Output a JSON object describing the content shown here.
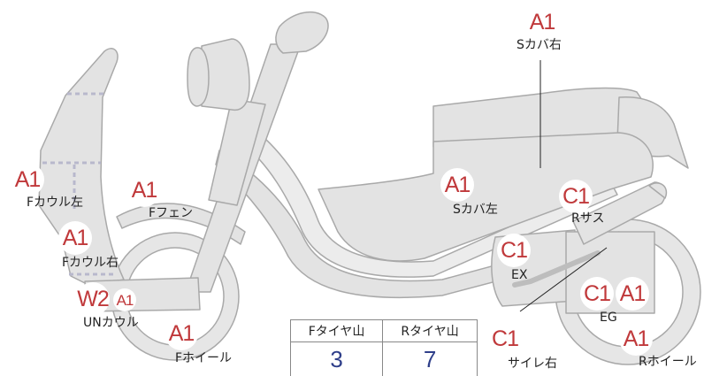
{
  "colors": {
    "body_fill": "#e3e3e3",
    "body_stroke": "#a9a9a9",
    "badge_text": "#c0393b",
    "value_text": "#2f3f8a"
  },
  "markers": [
    {
      "id": "s-cover-right-badge",
      "text": "A1"
    },
    {
      "id": "f-cowl-left-badge",
      "text": "A1"
    },
    {
      "id": "f-fender-badge",
      "text": "A1"
    },
    {
      "id": "s-cover-left-badge",
      "text": "A1"
    },
    {
      "id": "r-suspension-badge",
      "text": "C1"
    },
    {
      "id": "f-cowl-right-badge",
      "text": "A1"
    },
    {
      "id": "ex-badge",
      "text": "C1"
    },
    {
      "id": "un-cowl-w2-badge",
      "text": "W2"
    },
    {
      "id": "un-cowl-a1-badge",
      "text": "A1"
    },
    {
      "id": "eg-c1-badge",
      "text": "C1"
    },
    {
      "id": "eg-a1-badge",
      "text": "A1"
    },
    {
      "id": "f-wheel-badge",
      "text": "A1"
    },
    {
      "id": "side-cover-right-badge",
      "text": "C1"
    },
    {
      "id": "r-wheel-badge",
      "text": "A1"
    }
  ],
  "labels": {
    "s_cover_right": "Sカバ右",
    "f_cowl_left": "Fカウル左",
    "f_fender": "Fフェン",
    "s_cover_left": "Sカバ左",
    "r_suspension": "Rサス",
    "f_cowl_right": "Fカウル右",
    "ex": "EX",
    "un_cowl": "UNカウル",
    "eg": "EG",
    "f_wheel": "Fホイール",
    "side_cover_right": "サイレ右",
    "r_wheel": "Rホイール"
  },
  "tire_table": {
    "headers": [
      "Fタイヤ山",
      "Rタイヤ山"
    ],
    "values": [
      "3",
      "7"
    ]
  }
}
